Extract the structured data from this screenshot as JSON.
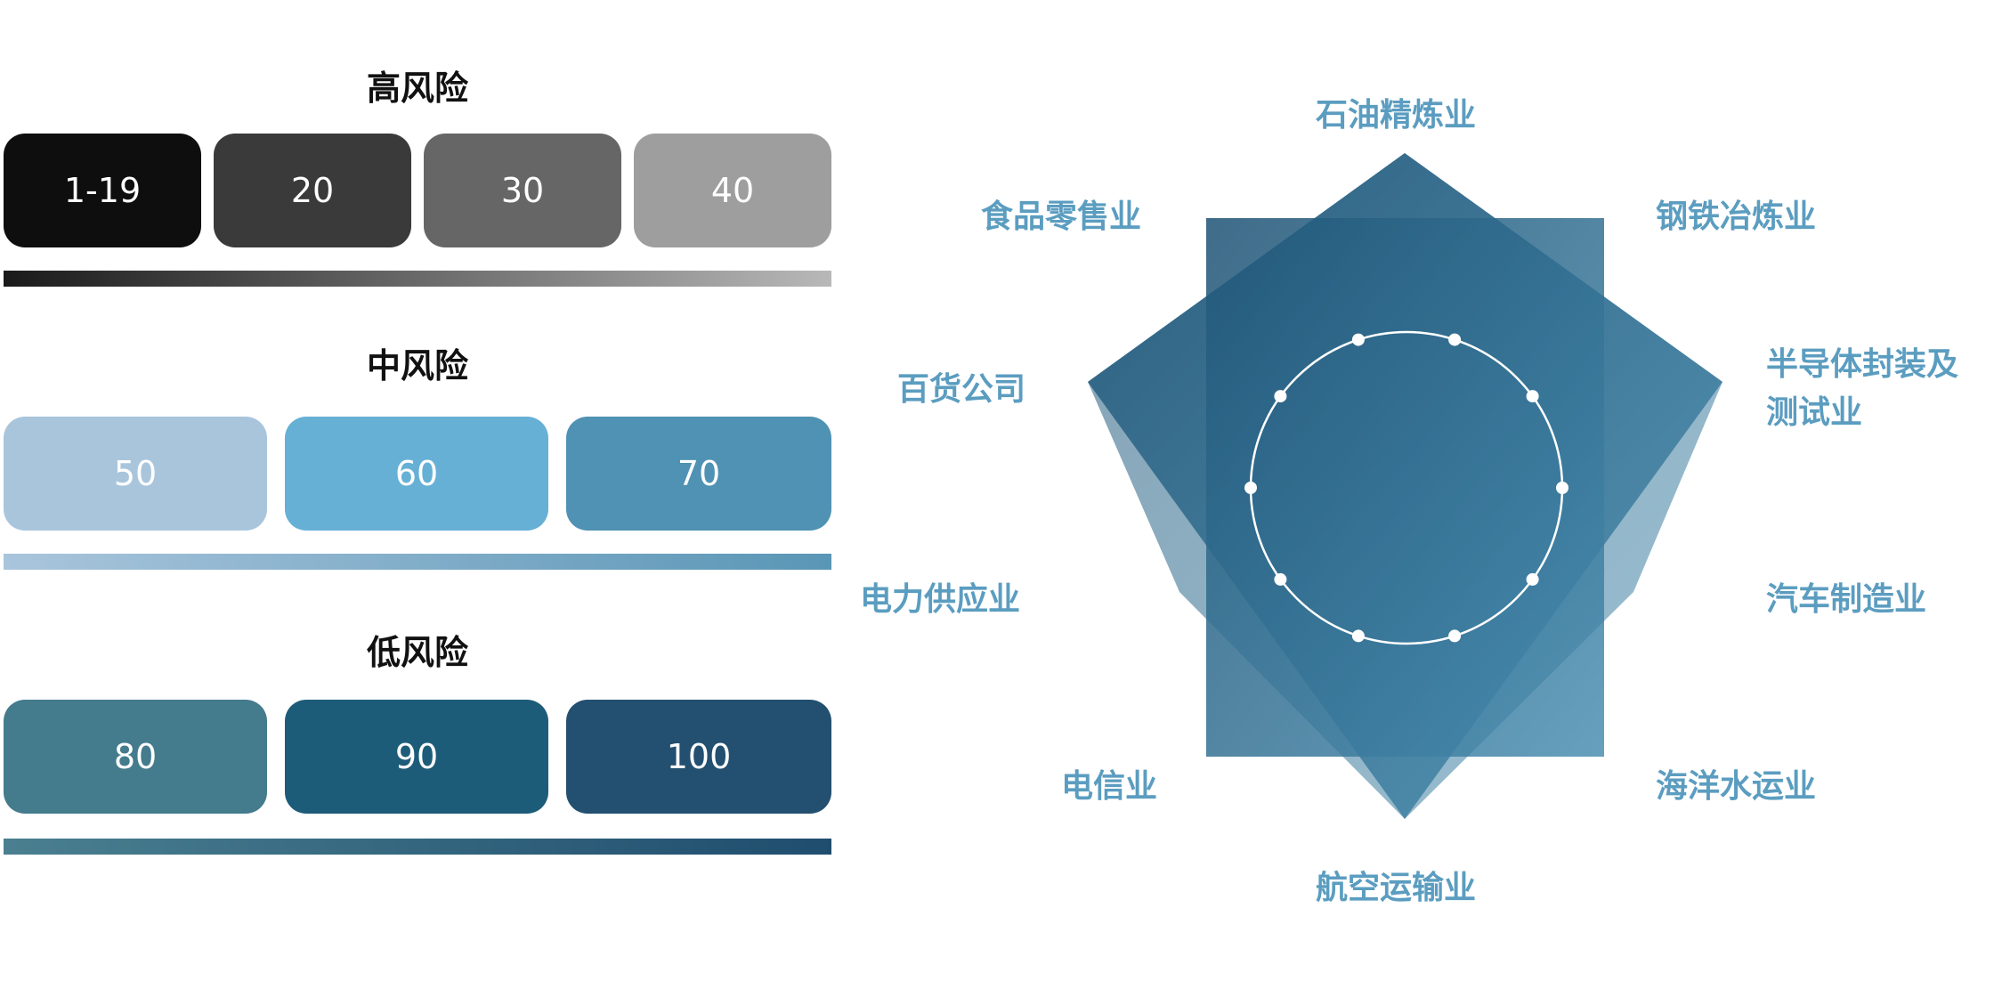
{
  "legend": {
    "high": {
      "title": "高风险",
      "tiles": [
        {
          "label": "1-19",
          "color": "#0e0e0e"
        },
        {
          "label": "20",
          "color": "#3a3a3a"
        },
        {
          "label": "30",
          "color": "#666666"
        },
        {
          "label": "40",
          "color": "#9e9e9e"
        }
      ],
      "bar_gradient": [
        "#1a1a1a",
        "#b8b8b8"
      ]
    },
    "medium": {
      "title": "中风险",
      "tiles": [
        {
          "label": "50",
          "color": "#a9c5dc"
        },
        {
          "label": "60",
          "color": "#66b0d6"
        },
        {
          "label": "70",
          "color": "#4f92b3"
        }
      ],
      "bar_gradient": [
        "#a9c5dc",
        "#5a96b6"
      ]
    },
    "low": {
      "title": "低风险",
      "tiles": [
        {
          "label": "80",
          "color": "#447b8d"
        },
        {
          "label": "90",
          "color": "#1d5c79"
        },
        {
          "label": "100",
          "color": "#234f70"
        }
      ],
      "bar_gradient": [
        "#4a7f90",
        "#1f4d6e"
      ]
    }
  },
  "industries": {
    "n": "石油精炼业",
    "ne": "钢铁冶炼业",
    "e_top": "半导体封装及",
    "e_bottom": "测试业",
    "e_low": "汽车制造业",
    "se": "海洋水运业",
    "s": "航空运输业",
    "sw": "电信业",
    "w": "电力供应业",
    "w_top": "百货公司",
    "nw": "食品零售业"
  },
  "colors": {
    "accent": "#5b9dc0",
    "star_dark": "#1d5274",
    "star_light": "#4a8fb2"
  }
}
